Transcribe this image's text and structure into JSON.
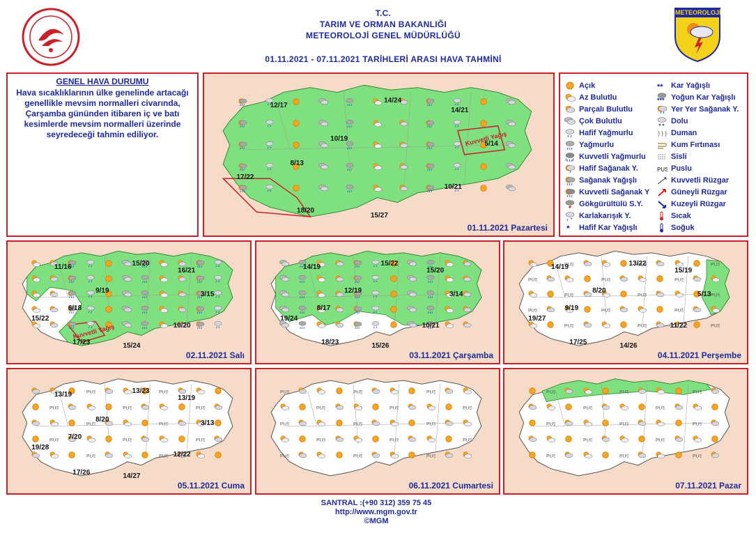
{
  "header": {
    "line1": "T.C.",
    "line2": "TARIM VE ORMAN BAKANLIĞI",
    "line3": "METEOROLOJİ  GENEL  MÜDÜRLÜĞÜ",
    "line4": "01.11.2021  -  07.11.2021    TARİHLERİ  ARASI  HAVA  TAHMİNİ",
    "right_logo_text": "METEOROLOJİ"
  },
  "general": {
    "title": "GENEL HAVA DURUMU",
    "text": "Hava sıcaklıklarının ülke genelinde artacağı genellikle mevsim normalleri civarında, Çarşamba gününden itibaren iç ve batı kesimlerde mevsim normalleri üzerinde seyredeceği tahmin ediliyor."
  },
  "legend": {
    "left": [
      {
        "label": "Açık",
        "icon": "sun-icon"
      },
      {
        "label": "Az Bulutlu",
        "icon": "mostly-sunny-icon"
      },
      {
        "label": "Parçalı Bulutlu",
        "icon": "partly-cloudy-icon"
      },
      {
        "label": "Çok Bulutlu",
        "icon": "cloudy-icon"
      },
      {
        "label": "Hafif Yağmurlu",
        "icon": "light-rain-icon"
      },
      {
        "label": "Yağmurlu",
        "icon": "rain-icon"
      },
      {
        "label": "Kuvvetli Yağmurlu",
        "icon": "heavy-rain-icon"
      },
      {
        "label": "Hafif Sağanak Y.",
        "icon": "light-shower-icon"
      },
      {
        "label": "Sağanak Yağışlı",
        "icon": "shower-icon"
      },
      {
        "label": "Kuvvetli Sağanak Y",
        "icon": "heavy-shower-icon"
      },
      {
        "label": "Gökgürültülü S.Y.",
        "icon": "thunder-icon"
      },
      {
        "label": "Karlakarışık Y.",
        "icon": "sleet-icon"
      },
      {
        "label": "Hafif Kar Yağışlı",
        "icon": "light-snow-icon"
      }
    ],
    "right": [
      {
        "label": "Kar Yağışlı",
        "icon": "snow-icon"
      },
      {
        "label": "Yoğun Kar Yağışlı",
        "icon": "heavy-snow-icon"
      },
      {
        "label": "Yer Yer Sağanak Y.",
        "icon": "local-shower-icon"
      },
      {
        "label": "Dolu",
        "icon": "hail-icon"
      },
      {
        "label": "Duman",
        "icon": "smoke-icon"
      },
      {
        "label": "Kum Fırtınası",
        "icon": "sandstorm-icon"
      },
      {
        "label": "Sisli",
        "icon": "fog-icon"
      },
      {
        "label": "Puslu",
        "icon": "haze-icon"
      },
      {
        "label": "Kuvvetli Rüzgar",
        "icon": "strong-wind-icon"
      },
      {
        "label": "Güneyli Rüzgar",
        "icon": "south-wind-icon"
      },
      {
        "label": "Kuzeyli Rüzgar",
        "icon": "north-wind-icon"
      },
      {
        "label": "Sıcak",
        "icon": "hot-icon"
      },
      {
        "label": "Soğuk",
        "icon": "cold-icon"
      }
    ]
  },
  "days": [
    {
      "date": "01.11.2021 Pazartesi",
      "temps": [
        "12/17",
        "14/24",
        "14/21",
        "10/19",
        "5/14",
        "8/13",
        "17/22",
        "10/21",
        "18/20",
        "15/27"
      ],
      "region_label": "Kuvvetli Yağış"
    },
    {
      "date": "02.11.2021 Salı",
      "temps": [
        "11/16",
        "15/20",
        "16/21",
        "9/19",
        "3/15",
        "6/18",
        "15/22",
        "10/20",
        "17/23",
        "15/24"
      ],
      "region_label": "Kuvvetli Yağış"
    },
    {
      "date": "03.11.2021 Çarşamba",
      "temps": [
        "14/19",
        "15/22",
        "15/20",
        "12/19",
        "3/14",
        "8/17",
        "19/24",
        "10/21",
        "18/23",
        "15/26"
      ]
    },
    {
      "date": "04.11.2021 Perşembe",
      "temps": [
        "14/19",
        "13/22",
        "15/19",
        "8/20",
        "5/13",
        "9/19",
        "19/27",
        "11/22",
        "17/25",
        "14/26"
      ]
    },
    {
      "date": "05.11.2021 Cuma",
      "temps": [
        "13/19",
        "13/23",
        "13/19",
        "8/20",
        "3/13",
        "7/20",
        "19/28",
        "12/22",
        "17/26",
        "14/27"
      ]
    },
    {
      "date": "06.11.2021 Cumartesi",
      "temps": []
    },
    {
      "date": "07.11.2021 Pazar",
      "temps": []
    }
  ],
  "footer": {
    "phone": "SANTRAL :(+90 312) 359 75 45",
    "url": "http://www.mgm.gov.tr",
    "copy": "©MGM"
  },
  "colors": {
    "frame": "#c9202a",
    "text": "#1e2aa0",
    "land": "#f6dcc8",
    "rain": "#7fe07f",
    "sea": "#b8b8e8"
  }
}
